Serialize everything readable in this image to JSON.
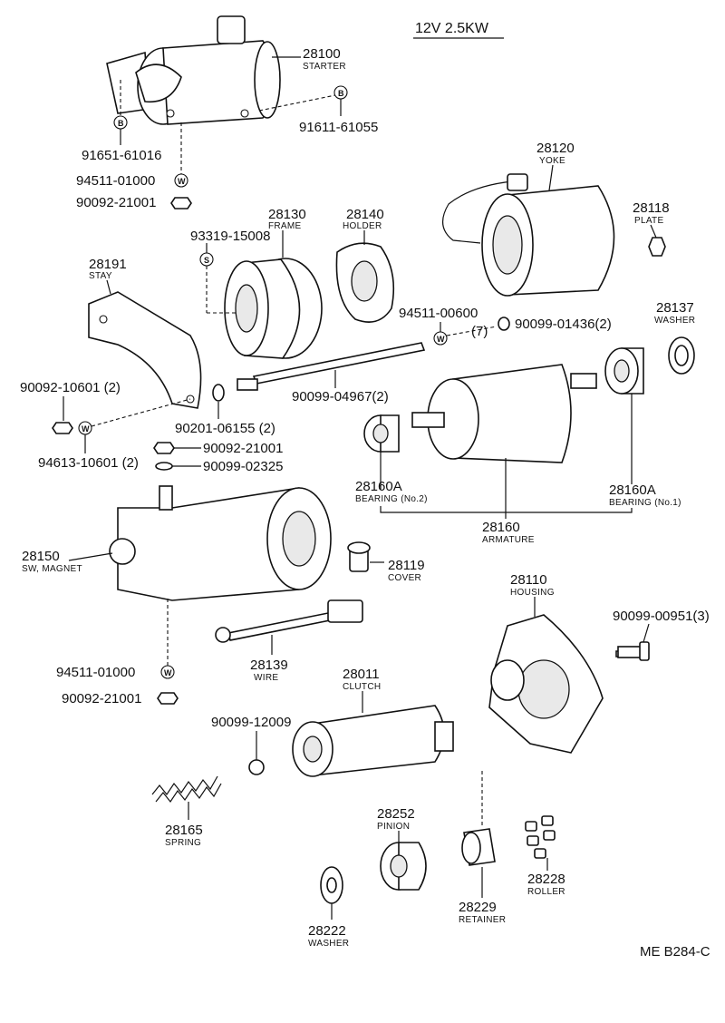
{
  "header": {
    "spec": "12V 2.5KW",
    "code": "ME B284-C"
  },
  "labels": {
    "p28100": {
      "num": "28100",
      "name": "STARTER"
    },
    "p91611": {
      "num": "91611-61055"
    },
    "p91651": {
      "num": "91651-61016"
    },
    "p94511a": {
      "num": "94511-01000"
    },
    "p90092a": {
      "num": "90092-21001"
    },
    "p28120": {
      "num": "28120",
      "name": "YOKE"
    },
    "p28118": {
      "num": "28118",
      "name": "PLATE"
    },
    "p28130": {
      "num": "28130",
      "name": "FRAME"
    },
    "p28140": {
      "num": "28140",
      "name": "HOLDER"
    },
    "p93319": {
      "num": "93319-15008"
    },
    "p28191": {
      "num": "28191",
      "name": "STAY"
    },
    "p94511b": {
      "num": "94511-00600"
    },
    "p7": {
      "num": "(7)"
    },
    "p90099a": {
      "num": "90099-01436(2)"
    },
    "p28137": {
      "num": "28137",
      "name": "WASHER"
    },
    "p90092b": {
      "num": "90092-10601 (2)"
    },
    "p90099b": {
      "num": "90099-04967(2)"
    },
    "p90201": {
      "num": "90201-06155 (2)"
    },
    "p94613": {
      "num": "94613-10601 (2)"
    },
    "p90092c": {
      "num": "90092-21001"
    },
    "p90099c": {
      "num": "90099-02325"
    },
    "p28160Ab": {
      "num": "28160A",
      "name": "BEARING (No.2)"
    },
    "p28160Aa": {
      "num": "28160A",
      "name": "BEARING (No.1)"
    },
    "p28160": {
      "num": "28160",
      "name": "ARMATURE"
    },
    "p28150": {
      "num": "28150",
      "name": "SW, MAGNET"
    },
    "p28119": {
      "num": "28119",
      "name": "COVER"
    },
    "p28110": {
      "num": "28110",
      "name": "HOUSING"
    },
    "p90099d": {
      "num": "90099-00951(3)"
    },
    "p28139": {
      "num": "28139",
      "name": "WIRE"
    },
    "p94511c": {
      "num": "94511-01000"
    },
    "p90092d": {
      "num": "90092-21001"
    },
    "p28011": {
      "num": "28011",
      "name": "CLUTCH"
    },
    "p90099e": {
      "num": "90099-12009"
    },
    "p28165": {
      "num": "28165",
      "name": "SPRING"
    },
    "p28252": {
      "num": "28252",
      "name": "PINION"
    },
    "p28229": {
      "num": "28229",
      "name": "RETAINER"
    },
    "p28228": {
      "num": "28228",
      "name": "ROLLER"
    },
    "p28222": {
      "num": "28222",
      "name": "WASHER"
    }
  },
  "symbols": {
    "bolt": "B",
    "washer": "W",
    "screw": "S"
  }
}
